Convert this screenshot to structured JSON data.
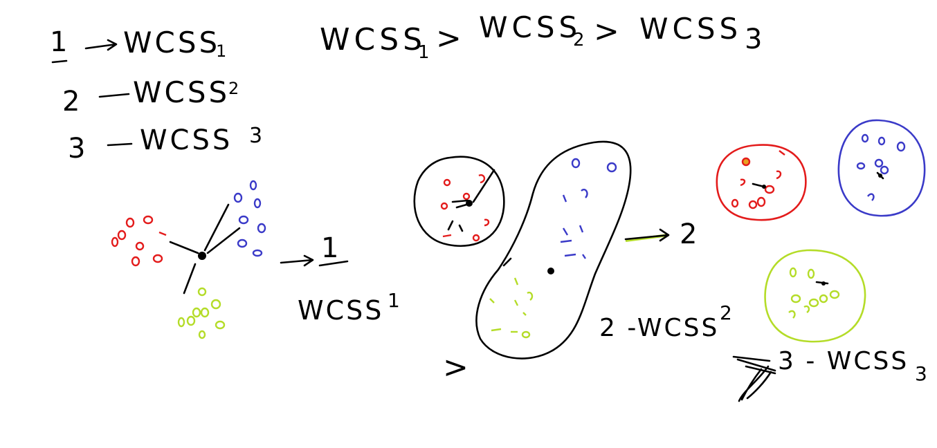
{
  "legend": {
    "line1": {
      "k": "1",
      "label": "WCSS",
      "sub": "1"
    },
    "line2": {
      "k": "2",
      "label": "WCSS",
      "sub": "2"
    },
    "line3": {
      "k": "3",
      "label": "WCSS",
      "sub": "3"
    }
  },
  "inequality": {
    "a": "WCSS",
    "a_sub": "1",
    "gt1": ">",
    "b": "WCSS",
    "b_sub": "2",
    "gt2": ">",
    "c": "WCSS",
    "c_sub": "3"
  },
  "scenario1": {
    "k": "1",
    "label": "WCSS",
    "sub": "1"
  },
  "scenario2": {
    "k": "2",
    "label": "2 -WCSS",
    "sub": "2"
  },
  "scenario3": {
    "label": "3 - WCSS",
    "sub": "3"
  },
  "stray_mark": ">",
  "colors": {
    "ink": "#000000",
    "red": "#e31b1b",
    "blue": "#3a3ac8",
    "green": "#b4dc28"
  },
  "clusters": [
    {
      "name": "red",
      "color": "#e31b1b"
    },
    {
      "name": "blue",
      "color": "#3a3ac8"
    },
    {
      "name": "green",
      "color": "#b4dc28"
    }
  ]
}
